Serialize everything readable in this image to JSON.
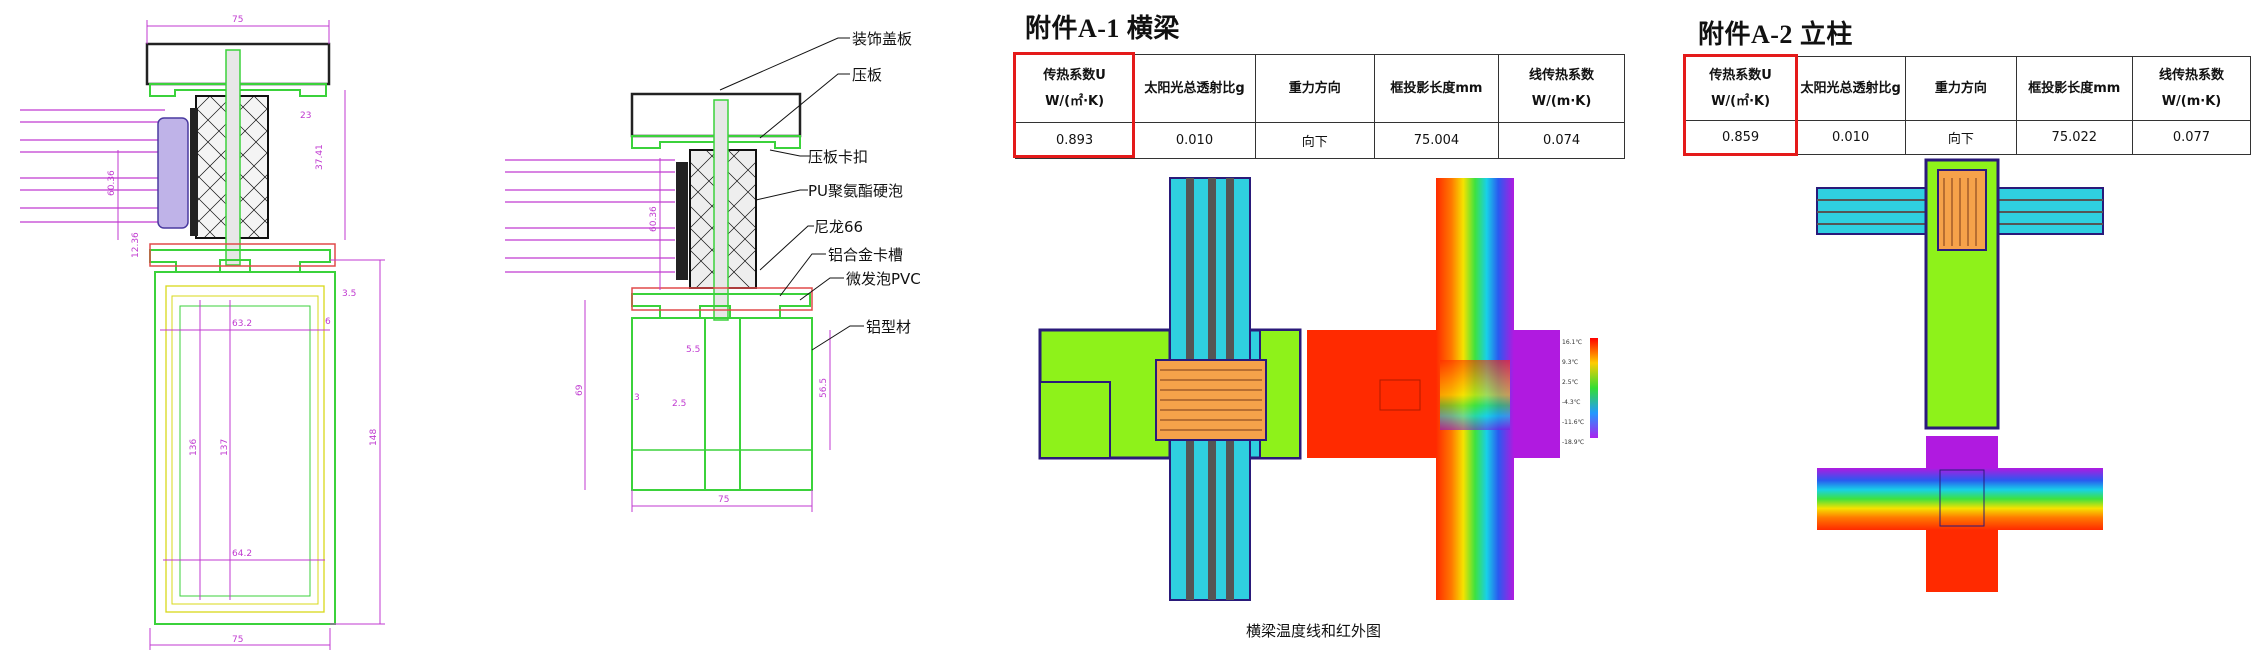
{
  "drawing_left": {
    "dims": {
      "top_width": "75",
      "bottom_width": "75",
      "d23": "23",
      "d3741": "37.41",
      "d6036": "60.36",
      "d1236": "12.36",
      "d35": "3.5",
      "d632": "63.2",
      "d6": "6",
      "d136": "136",
      "d137": "137",
      "d148": "148",
      "d642": "64.2"
    }
  },
  "drawing_middle": {
    "callouts": [
      "装饰盖板",
      "压板",
      "压板卡扣",
      "PU聚氨酯硬泡",
      "尼龙66",
      "铝合金卡槽",
      "微发泡PVC",
      "铝型材"
    ],
    "dims": {
      "bottom_width": "75",
      "d6036": "60.36",
      "d69": "69",
      "d565": "56.5",
      "d25": "2.5",
      "d55": "5.5",
      "d3": "3"
    }
  },
  "attachment_1": {
    "title": "附件A-1  横梁",
    "headers": [
      {
        "line1": "传热系数U",
        "line2": "W/(㎡·K)"
      },
      {
        "line1": "太阳光总透射比g",
        "line2": ""
      },
      {
        "line1": "重力方向",
        "line2": ""
      },
      {
        "line1": "框投影长度mm",
        "line2": ""
      },
      {
        "line1": "线传热系数",
        "line2": "W/(m·K)"
      }
    ],
    "values": [
      "0.893",
      "0.010",
      "向下",
      "75.004",
      "0.074"
    ],
    "caption": "横梁温度线和红外图",
    "legend": [
      "16.1℃",
      "9.3℃",
      "2.5℃",
      "-4.3℃",
      "-11.6℃",
      "-18.9℃"
    ]
  },
  "attachment_2": {
    "title": "附件A-2  立柱",
    "headers": [
      {
        "line1": "传热系数U",
        "line2": "W/(㎡·K)"
      },
      {
        "line1": "太阳光总透射比g",
        "line2": ""
      },
      {
        "line1": "重力方向",
        "line2": ""
      },
      {
        "line1": "框投影长度mm",
        "line2": ""
      },
      {
        "line1": "线传热系数",
        "line2": "W/(m·K)"
      }
    ],
    "values": [
      "0.859",
      "0.010",
      "向下",
      "75.022",
      "0.077"
    ]
  },
  "colors": {
    "highlight": "#e41a1a",
    "profile_green": "#3bd23b",
    "dimension": "#c03ad0",
    "frame_fill": "#8ef21a"
  }
}
